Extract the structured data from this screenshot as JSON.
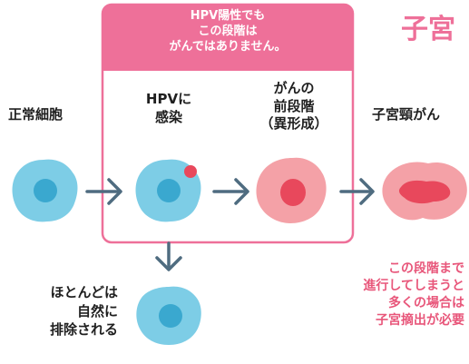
{
  "header": {
    "title_partial": "子宮",
    "box_note": "HPV陽性でも\nこの段階は\nがんではありません。"
  },
  "stages": {
    "normal": "正常細胞",
    "infected": "HPVに\n感染",
    "precancer": "がんの\n前段階\n（異形成）",
    "cancer": "子宮頸がん"
  },
  "eliminated_label": "ほとんどは\n自然に\n排除される",
  "warning": "この段階まで\n進行してしまうと\n多くの場合は\n子宮摘出が必要",
  "colors": {
    "pink": "#ee7099",
    "cell_blue": "#7dcde6",
    "nucleus_blue": "#3aa8cf",
    "cell_pink": "#f4a1a7",
    "nucleus_red": "#e8485c",
    "arrow": "#4f6c80",
    "warning_text": "#e8567a"
  },
  "icons": [
    "arrow-right-icon",
    "arrow-down-icon"
  ]
}
